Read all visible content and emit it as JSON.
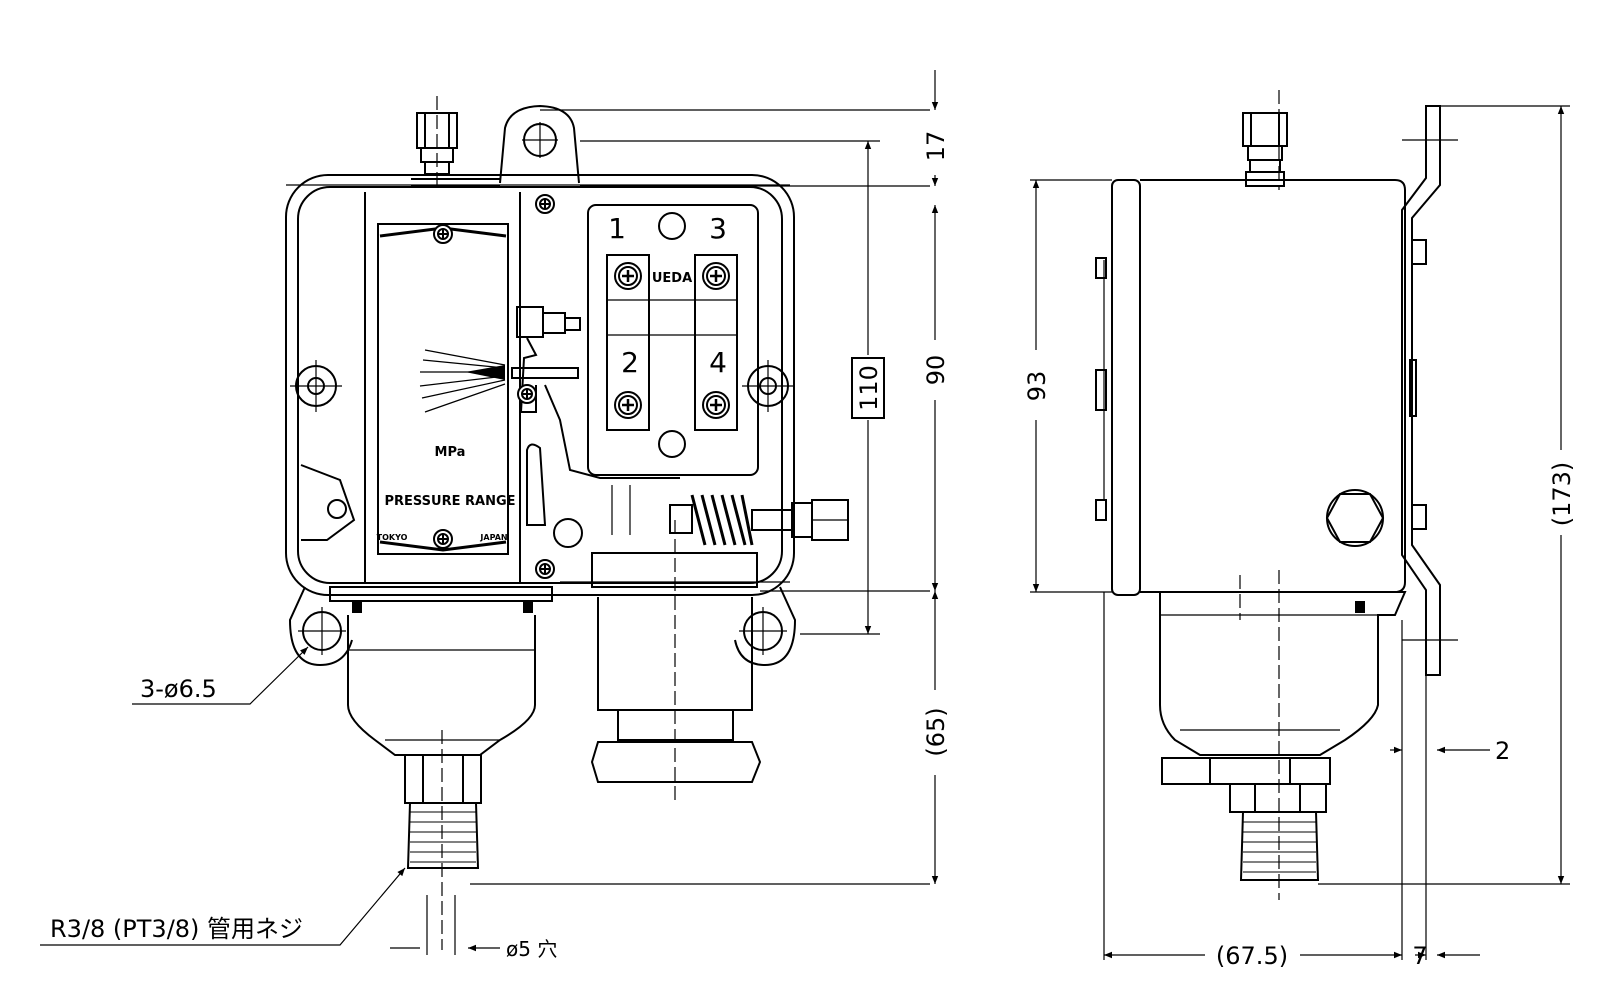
{
  "front_view": {
    "terminal_numbers": [
      "1",
      "3",
      "2",
      "4"
    ],
    "brand_text": "UEDA",
    "unit_text": "MPa",
    "range_label": "PRESSURE RANGE",
    "origin_left": "TOKYO",
    "origin_right": "JAPAN"
  },
  "dimensions": {
    "dim_17": "17",
    "dim_90": "90",
    "dim_110": "110",
    "dim_65": "(65)",
    "dim_93": "93",
    "dim_173": "(173)",
    "dim_2": "2",
    "dim_67_5": "(67.5)",
    "dim_7": "7"
  },
  "callouts": {
    "mount_holes": "3-ø6.5",
    "pipe_thread": "R3/8 (PT3/8) 管用ネジ",
    "orifice": "ø5 穴"
  }
}
